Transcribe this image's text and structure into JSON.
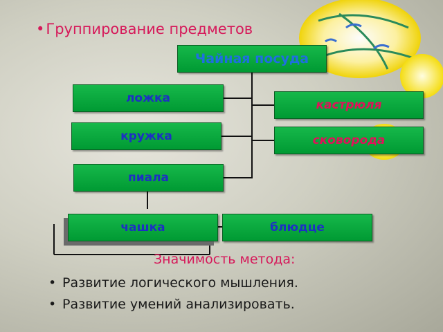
{
  "heading": {
    "bullet": "•",
    "text": "Группирование предметов"
  },
  "diagram": {
    "root": "Чайная посуда",
    "left_items": [
      "ложка",
      "кружка",
      "пиала"
    ],
    "right_items": [
      "кастрюля",
      "сковорода"
    ],
    "bottom_items": [
      "чашка",
      "блюдце"
    ]
  },
  "significance": {
    "title": "Значимость метода:",
    "items": [
      {
        "bullet": "•",
        "text": "Развитие логического мышления."
      },
      {
        "bullet": "•",
        "text": "Развитие умений анализировать."
      }
    ]
  },
  "colors": {
    "node_fill": "#00a33a",
    "node_text": "#1d2fc4",
    "node_text_italic": "#e0125a",
    "heading": "#d6195a"
  }
}
